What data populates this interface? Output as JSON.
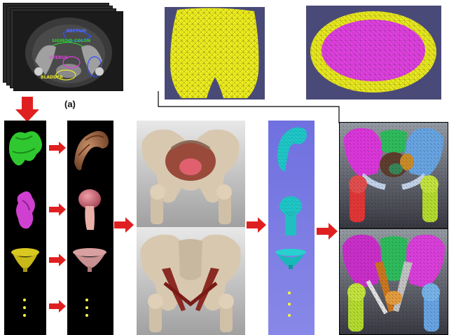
{
  "figure": {
    "step_label": "(a)",
    "ct_labels": {
      "sigmoid_colon": "SIGMOID COLON",
      "uterus": "UTERUS",
      "bladder": "BLADDER",
      "rectum": "RECTUM"
    },
    "colors": {
      "arrow_red": "#e02020",
      "mesh_yellow": "#f0f020",
      "mesh_magenta": "#e040e0",
      "organ_green": "#30d030",
      "organ_cyan": "#20c8c8",
      "panel_blue": "#7878e0",
      "bone_beige": "#d8c8b0"
    },
    "icons": [
      "red-arrow-icon",
      "connector-line",
      "ellipsis-dots"
    ]
  }
}
